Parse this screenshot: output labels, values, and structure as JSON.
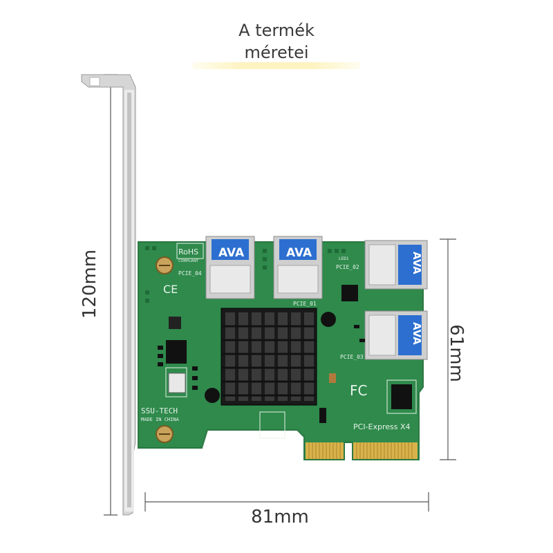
{
  "heading": {
    "line1": "A termék",
    "line2": "méretei"
  },
  "dimensions": {
    "height_bracket": "120mm",
    "height_card": "61mm",
    "width_card": "81mm"
  },
  "board_labels": {
    "rohs": "RoHS",
    "compliant": "COMPLIANT",
    "pcie_01": "PCIE_01",
    "pcie_02": "PCIE_02",
    "pcie_03": "PCIE_03",
    "pcie_04": "PCIE_04",
    "brand": "SSU-TECH",
    "made_in": "MADE IN CHINA",
    "interface": "PCI-Express X4",
    "fc": "FC",
    "ce": "CE",
    "led": "LED1",
    "usb_logo": "AVA"
  },
  "colors": {
    "pcb": "#2f8a4c",
    "pcb_dark": "#1f6b38",
    "heatsink": "#1a1a1a",
    "gold": "#d9b24a",
    "bracket": "#d8d8d8",
    "usb_blue": "#2c6fd0"
  }
}
